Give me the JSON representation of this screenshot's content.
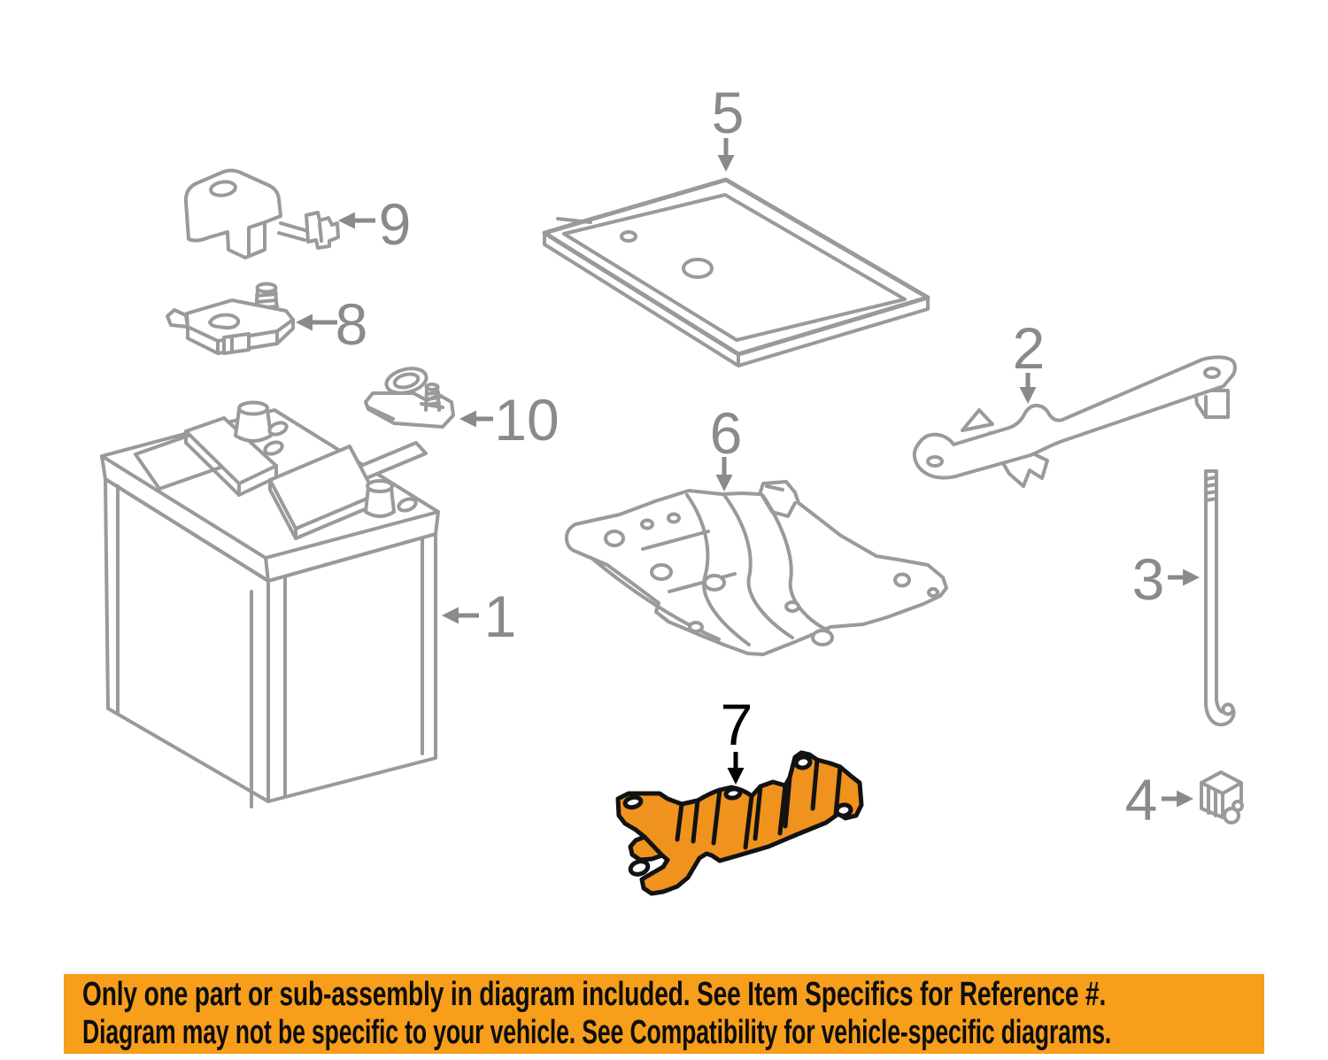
{
  "page": {
    "background": "#FFFFFF"
  },
  "diagram": {
    "labels": {
      "p1": "1",
      "p2": "2",
      "p3": "3",
      "p4": "4",
      "p5": "5",
      "p6": "6",
      "p7": "7",
      "p8": "8",
      "p9": "9",
      "p10": "10"
    },
    "colors": {
      "line": "#9A9A9A",
      "label": "#8A8A8A",
      "highlight_fill": "#F0921E",
      "highlight_outline": "#121212",
      "highlight_label": "#000000"
    }
  },
  "banner": {
    "line1": "Only one part or sub-assembly in diagram included. See Item Specifics for Reference #.",
    "line2": "Diagram may not be specific to your vehicle. See Compatibility for vehicle-specific diagrams.",
    "background": "#F79E1B",
    "text_color": "#0D0D0D"
  }
}
